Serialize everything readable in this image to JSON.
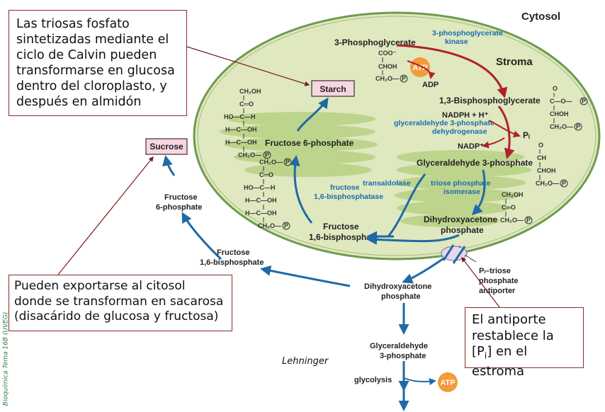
{
  "region_labels": {
    "cytosol": "Cytosol",
    "stroma": "Stroma"
  },
  "boxes": {
    "starch": "Starch",
    "sucrose": "Sucrose"
  },
  "metabolites": {
    "pg3": "3-Phosphoglycerate",
    "adp": "ADP",
    "bpg": "1,3-Bisphosphoglycerate",
    "nadph": "NADPH + H⁺",
    "pi": "Pᵢ",
    "nadp": "NADP⁺",
    "g3p": "Glyceraldehyde 3-phosphate",
    "dhap1": "Dihydroxyacetone",
    "dhap2": "phosphate",
    "f6p": "Fructose 6-phosphate",
    "fbp1": "Fructose",
    "fbp2": "1,6-bisphosphate",
    "cyt_f6p1": "Fructose",
    "cyt_f6p2": "6-phosphate",
    "cyt_fbp1": "Fructose",
    "cyt_fbp2": "1,6-bisphosphate",
    "cyt_dhap1": "Dihydroxyacetone",
    "cyt_dhap2": "phosphate",
    "cyt_g3p1": "Glyceraldehyde",
    "cyt_g3p2": "3-phosphate",
    "glycolysis": "glycolysis",
    "atp": "ATP"
  },
  "enzymes": {
    "pgk1": "3-phosphoglycerate",
    "pgk2": "kinase",
    "gapdh1": "glyceraldehyde 3-phosphate",
    "gapdh2": "dehydrogenase",
    "tim1": "triose phosphate",
    "tim2": "isomerase",
    "transaldolase": "transaldolase",
    "fbpase1": "fructose",
    "fbpase2": "1,6-bisphosphatase"
  },
  "antiporter": {
    "line1": "Pᵢ–triose",
    "line2": "phosphate",
    "line3": "antiporter"
  },
  "notes": {
    "box1": "Las triosas fosfato sintetizadas mediante el ciclo de Calvin pueden transformarse en glucosa dentro del cloroplasto, y después en almidón",
    "box2": "Pueden exportarse al citosol donde se transforman en sacarosa (disacárido de glucosa y fructosa)",
    "box3_a": "El antiporte restablece la [P",
    "box3_sub": "i",
    "box3_b": "] en el estroma"
  },
  "source": "Lehninger",
  "side_text": "Bioquímica Tema 16B (UVEG)",
  "colors": {
    "stroma_fill": "#dfe8bf",
    "stroma_border": "#6f9a4f",
    "thylakoid": "#bdd48c",
    "arrow_blue": "#1f6aa6",
    "arrow_red": "#b3202a",
    "atp": "#f39a3a",
    "box_fill": "#f7d6e0"
  }
}
